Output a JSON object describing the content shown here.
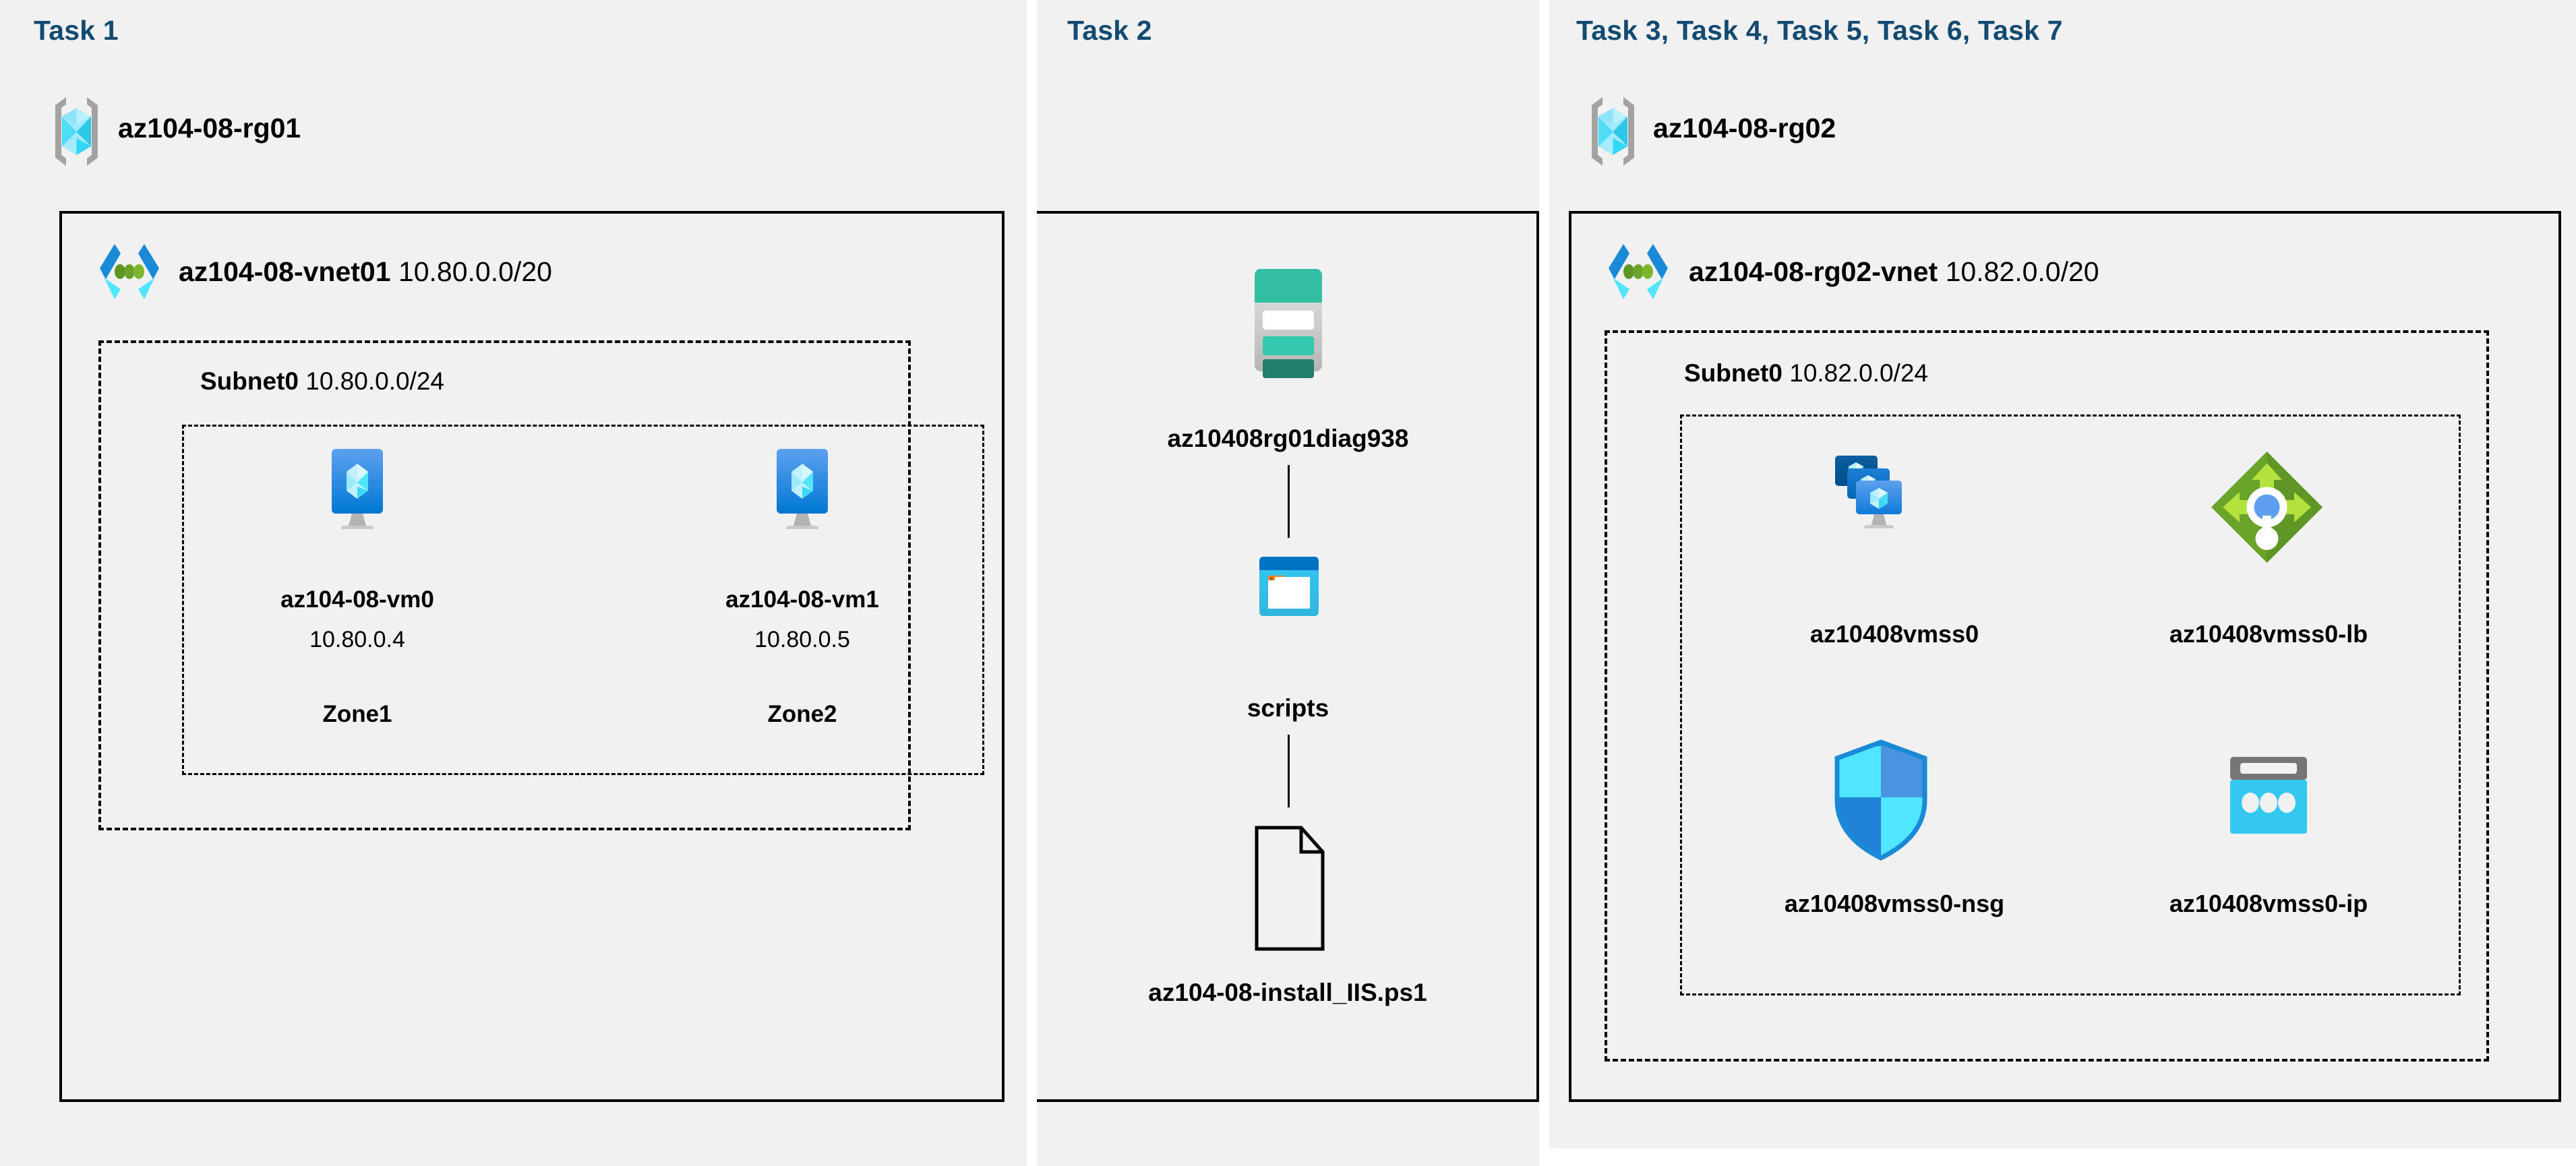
{
  "panels": [
    {
      "title": "Task 1"
    },
    {
      "title": "Task 2"
    },
    {
      "title": "Task 3, Task 4, Task 5, Task 6, Task 7"
    }
  ],
  "task1": {
    "resource_group": {
      "name": "az104-08-rg01",
      "icon": "resource-group-icon"
    },
    "vnet": {
      "name": "az104-08-vnet01",
      "cidr": "10.80.0.0/20",
      "icon": "virtual-network-icon"
    },
    "subnet": {
      "name": "Subnet0",
      "cidr": "10.80.0.0/24"
    },
    "vms": [
      {
        "name": "az104-08-vm0",
        "ip": "10.80.0.4",
        "zone": "Zone1",
        "icon": "virtual-machine-icon"
      },
      {
        "name": "az104-08-vm1",
        "ip": "10.80.0.5",
        "zone": "Zone2",
        "icon": "virtual-machine-icon"
      }
    ]
  },
  "task2": {
    "storage_account": {
      "name": "az10408rg01diag938",
      "icon": "storage-account-icon"
    },
    "container": {
      "name": "scripts",
      "icon": "blob-container-icon"
    },
    "file": {
      "name": "az104-08-install_IIS.ps1",
      "icon": "file-icon"
    }
  },
  "task3": {
    "resource_group": {
      "name": "az104-08-rg02",
      "icon": "resource-group-icon"
    },
    "vnet": {
      "name": "az104-08-rg02-vnet",
      "cidr": "10.82.0.0/20",
      "icon": "virtual-network-icon"
    },
    "subnet": {
      "name": "Subnet0",
      "cidr": "10.82.0.0/24"
    },
    "resources": [
      {
        "name": "az10408vmss0",
        "icon": "vm-scale-set-icon"
      },
      {
        "name": "az10408vmss0-lb",
        "icon": "load-balancer-icon"
      },
      {
        "name": "az10408vmss0-nsg",
        "icon": "network-security-group-icon"
      },
      {
        "name": "az10408vmss0-ip",
        "icon": "public-ip-address-icon"
      }
    ]
  },
  "colors": {
    "task_title": "#134a72",
    "panel_bg": "#f1f1f1",
    "azure_blue": "#0078d4",
    "azure_cyan": "#50e6ff",
    "storage_teal": "#32bfa4",
    "lb_green": "#7fba00",
    "nsg_blue": "#32bfff",
    "line": "#000000"
  }
}
